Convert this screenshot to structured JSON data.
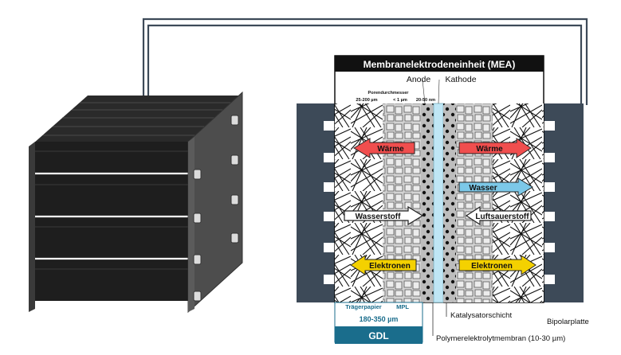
{
  "mea_title": "Membranelektrodeneinheit (MEA)",
  "anode_label": "Anode",
  "kathode_label": "Kathode",
  "pore_title": "Porendurchmesser",
  "pore_sizes": [
    "25-200 µm",
    "< 1 µm",
    "20-50 nm"
  ],
  "arrows": {
    "left_waerme": "Wärme",
    "left_wasserstoff": "Wasserstoff",
    "left_elektronen": "Elektronen",
    "right_waerme": "Wärme",
    "right_wasser": "Wasser",
    "right_luftsauerstoff": "Luftsauerstoff",
    "right_elektronen": "Elektronen"
  },
  "gdl": {
    "traegerpapier": "Trägerpapier",
    "mpl": "MPL",
    "thickness": "180-350 µm",
    "label": "GDL"
  },
  "katalysator_label": "Katalysatorschicht",
  "membran_label": "Polymerelektrolytmembran (10-30 µm)",
  "bipolar_label": "Bipolarplatte",
  "colors": {
    "red": "#f04e4e",
    "blue": "#7cc8e8",
    "yellow": "#f4d100",
    "gdl_blue": "#1a6d8c",
    "bipolar": "#3d4a58",
    "stack_dark": "#1e1e1e",
    "stack_plate": "#4d4d4d"
  },
  "icons": [
    "fuel-cell-stack",
    "mea-cross-section"
  ]
}
